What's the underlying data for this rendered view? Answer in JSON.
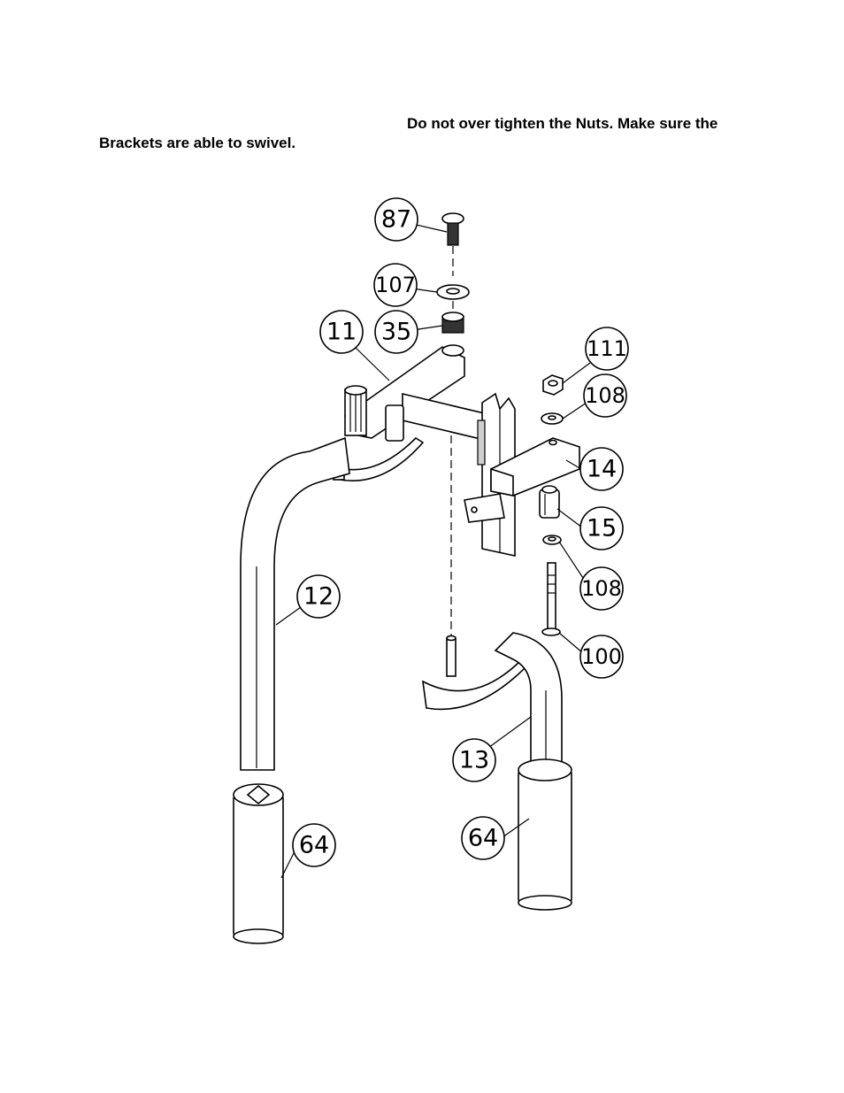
{
  "instructions": {
    "line1": "Do not over tighten the Nuts.  Make sure the",
    "line2": "Brackets are able to swivel."
  },
  "callouts": {
    "c87": "87",
    "c107": "107",
    "c11": "11",
    "c35": "35",
    "c111": "111",
    "c108a": "108",
    "c14": "14",
    "c15": "15",
    "c108b": "108",
    "c12": "12",
    "c100": "100",
    "c13": "13",
    "c64a": "64",
    "c64b": "64"
  }
}
